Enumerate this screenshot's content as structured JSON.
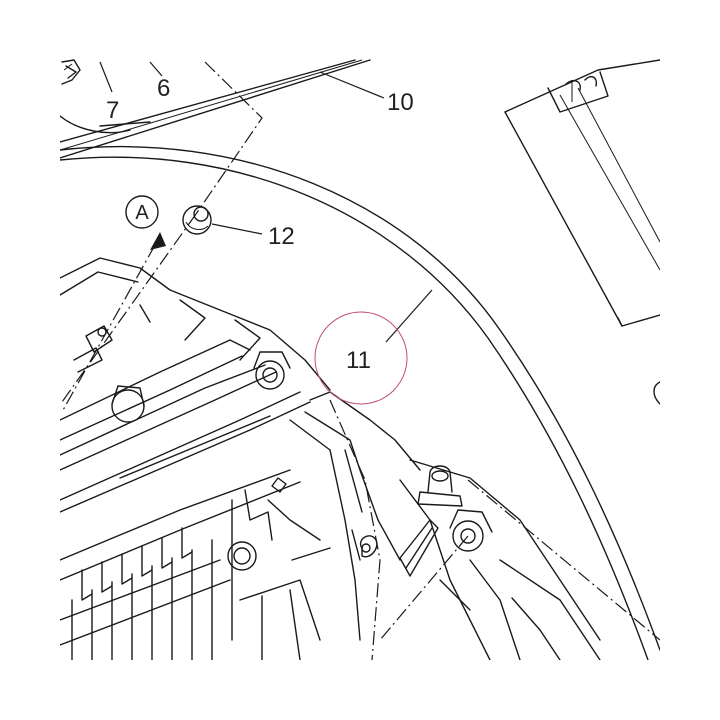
{
  "callouts": {
    "c6": "6",
    "c7": "7",
    "c10": "10",
    "c11": "11",
    "c12": "12"
  },
  "view_marker": "A",
  "highlight_color": "#c0506a"
}
